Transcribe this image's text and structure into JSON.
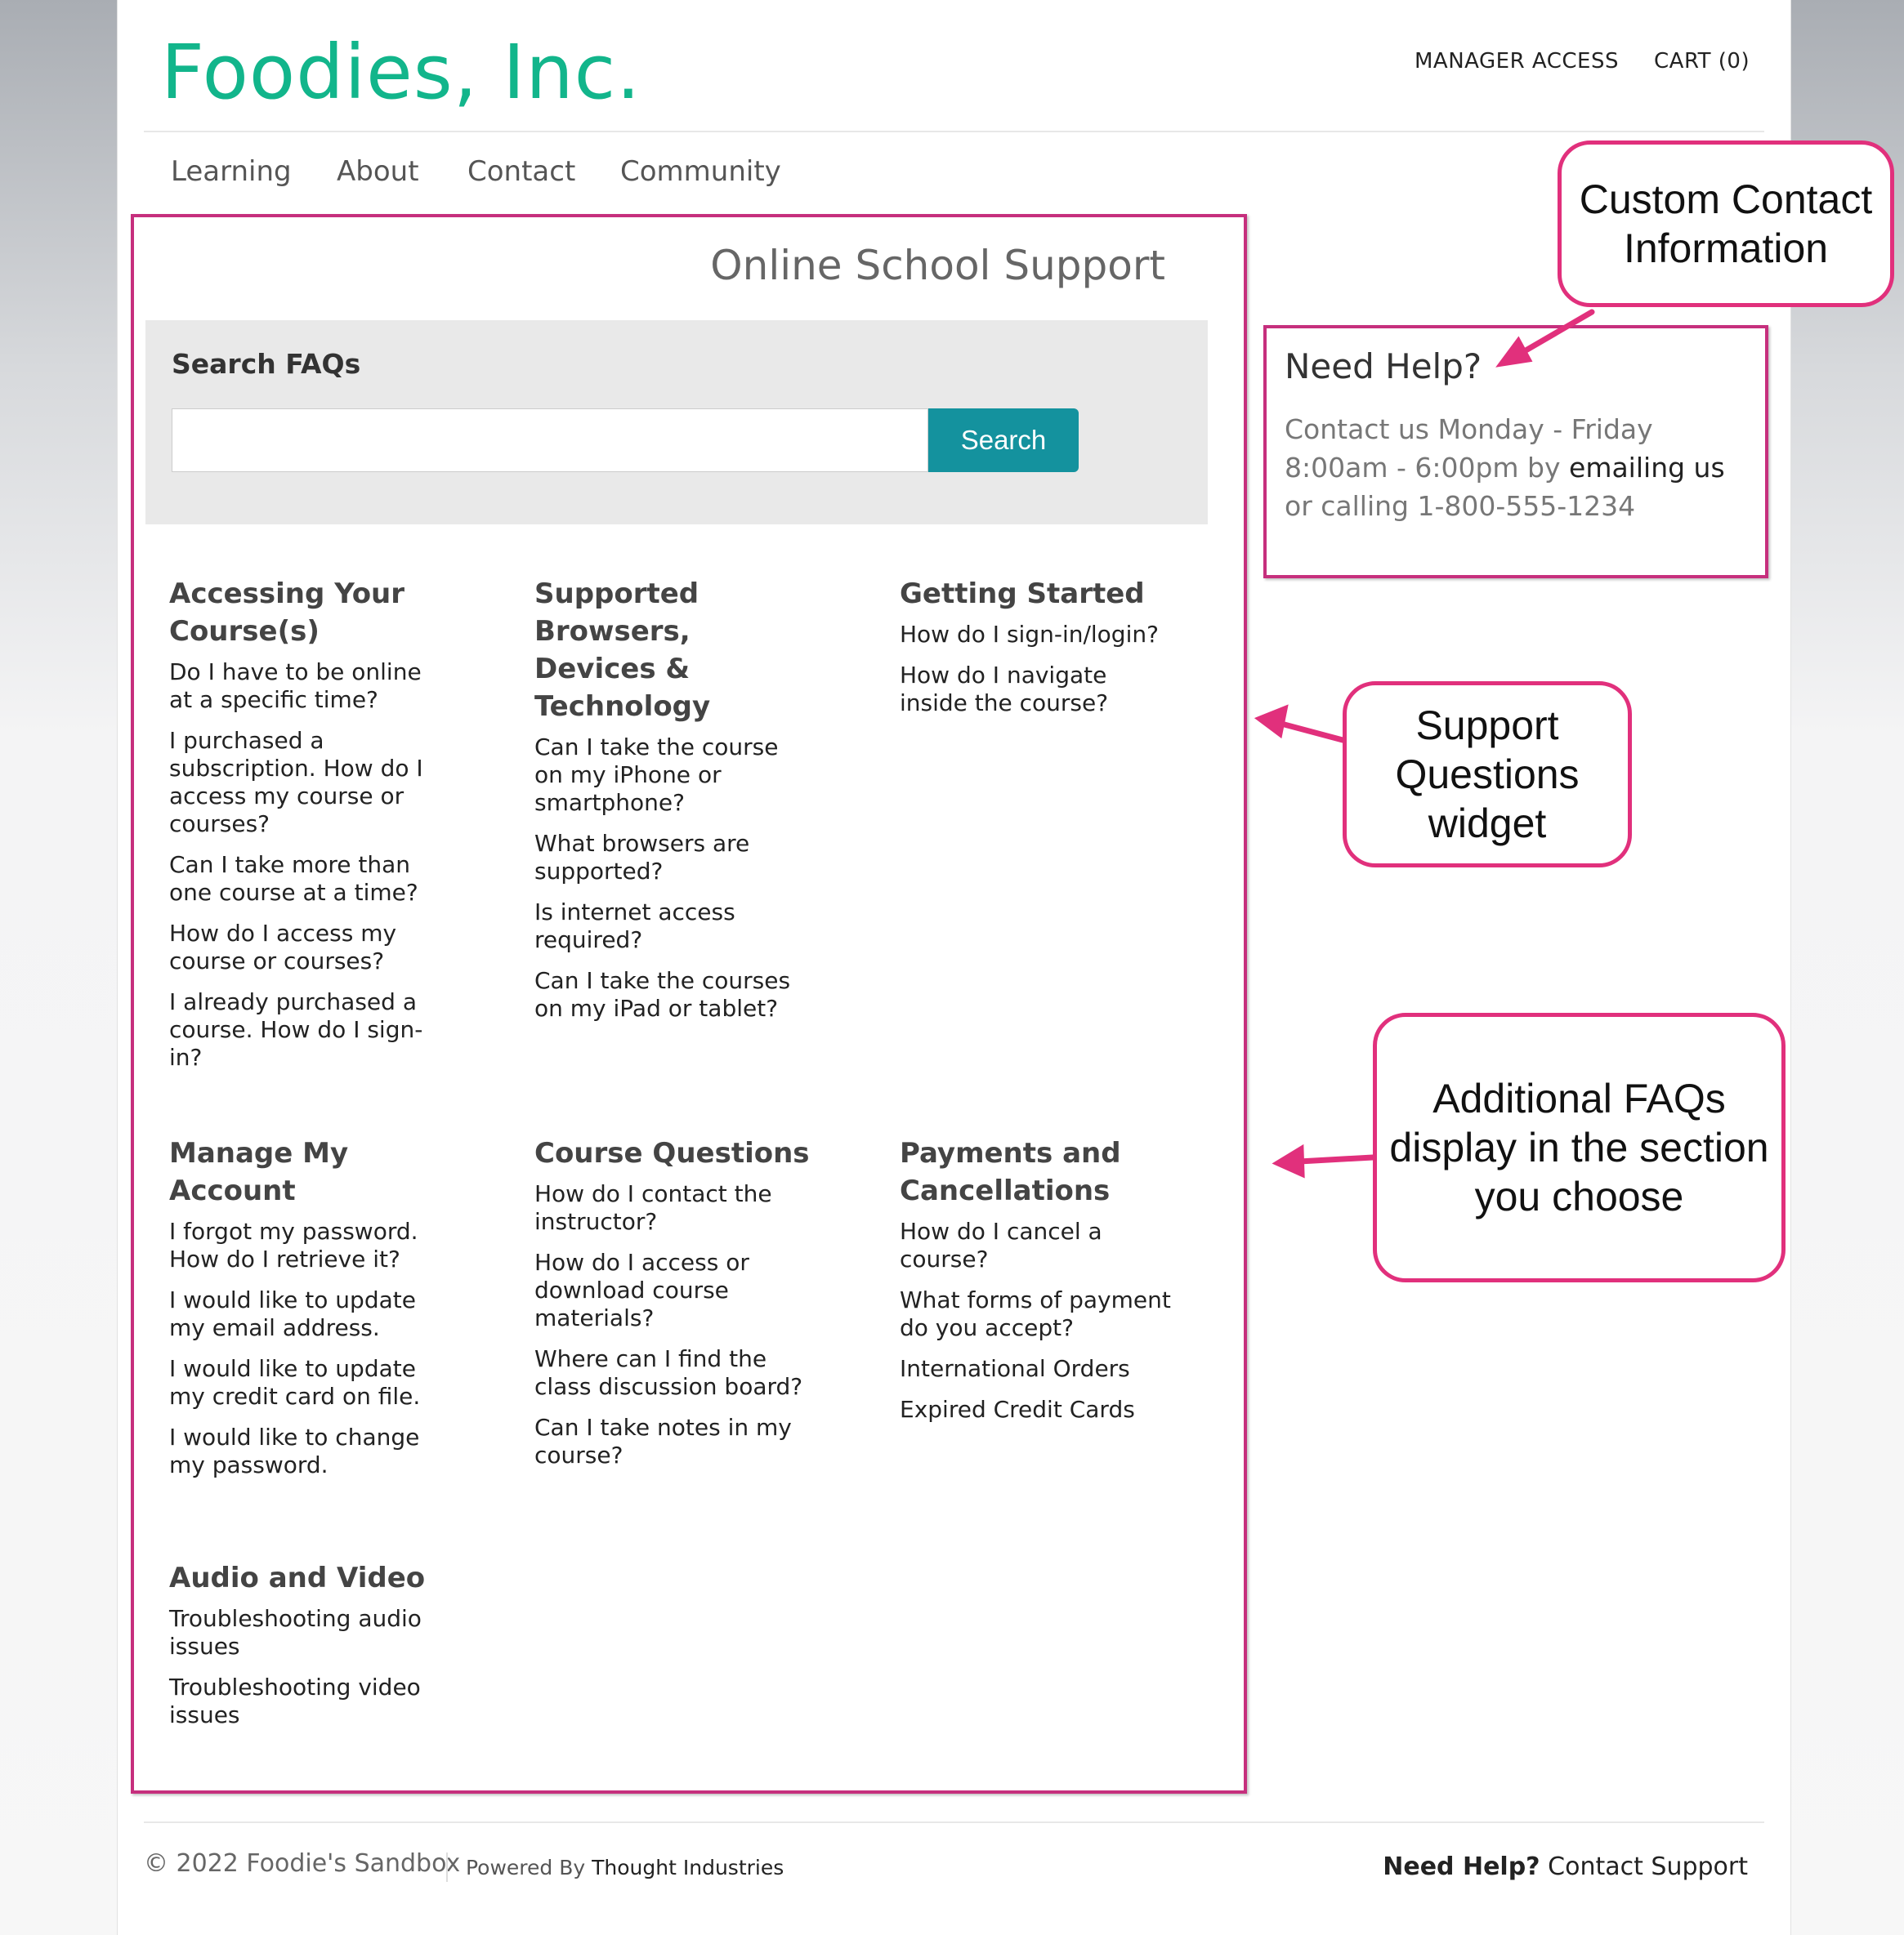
{
  "brand": {
    "logo_text": "Foodies, Inc.",
    "color": "#12b58b"
  },
  "header": {
    "manager_access": "MANAGER ACCESS",
    "cart": "CART (0)"
  },
  "nav": {
    "items": [
      "Learning",
      "About",
      "Contact",
      "Community"
    ]
  },
  "main": {
    "title": "Online School Support",
    "search": {
      "label": "Search FAQs",
      "placeholder": "",
      "button": "Search",
      "button_color": "#14929e"
    },
    "faq_sections": [
      {
        "heading": "Accessing Your Course(s)",
        "items": [
          "Do I have to be online at a specific time?",
          "I purchased a subscription. How do I access my course or courses?",
          "Can I take more than one course at a time?",
          "How do I access my course or courses?",
          "I already purchased a course. How do I sign-in?"
        ]
      },
      {
        "heading": "Supported Browsers, Devices & Technology",
        "items": [
          "Can I take the course on my iPhone or smartphone?",
          "What browsers are supported?",
          "Is internet access required?",
          "Can I take the courses on my iPad or tablet?"
        ]
      },
      {
        "heading": "Getting Started",
        "items": [
          "How do I sign-in/login?",
          "How do I navigate inside the course?"
        ]
      },
      {
        "heading": "Manage My Account",
        "items": [
          "I forgot my password. How do I retrieve it?",
          "I would like to update my email address.",
          "I would like to update my credit card on file.",
          "I would like to change my password."
        ]
      },
      {
        "heading": "Course Questions",
        "items": [
          "How do I contact the instructor?",
          "How do I access or download course materials?",
          "Where can I find the class discussion board?",
          "Can I take notes in my course?"
        ]
      },
      {
        "heading": "Payments and Cancellations",
        "items": [
          "How do I cancel a course?",
          "What forms of payment do you accept?",
          "International Orders",
          "Expired Credit Cards"
        ]
      },
      {
        "heading": "Audio and Video",
        "items": [
          "Troubleshooting audio issues",
          "Troubleshooting video issues"
        ]
      }
    ]
  },
  "help": {
    "title": "Need Help?",
    "text_before": "Contact us Monday - Friday 8:00am - 6:00pm by ",
    "email_link": "emailing us",
    "text_after": " or calling 1-800-555-1234"
  },
  "footer": {
    "copyright": "© 2022 Foodie's Sandbox",
    "powered_by": "Powered By",
    "powered_company": "Thought Industries",
    "need_help": "Need Help?",
    "contact_support": "Contact Support"
  },
  "annotations": {
    "color": "#e1307c",
    "custom_contact": "Custom Contact Information",
    "support_widget": "Support Questions widget",
    "additional_faqs": "Additional FAQs display in the section you choose"
  }
}
